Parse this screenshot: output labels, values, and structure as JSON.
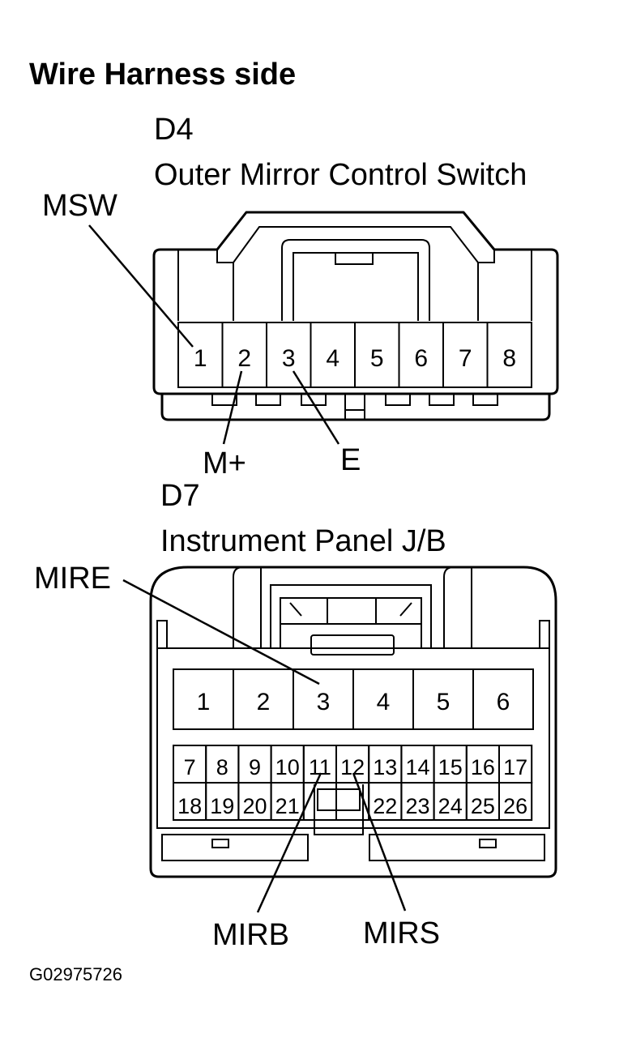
{
  "title": "Wire Harness side",
  "connector_d4": {
    "code": "D4",
    "name": "Outer Mirror Control Switch",
    "pins": [
      "1",
      "2",
      "3",
      "4",
      "5",
      "6",
      "7",
      "8"
    ],
    "callouts": {
      "msw": "MSW",
      "m_plus": "M+",
      "e": "E"
    }
  },
  "connector_d7": {
    "code": "D7",
    "name": "Instrument Panel J/B",
    "pins_large": [
      "1",
      "2",
      "3",
      "4",
      "5",
      "6"
    ],
    "pins_row1": [
      "7",
      "8",
      "9",
      "10",
      "11",
      "12",
      "13",
      "14",
      "15",
      "16",
      "17"
    ],
    "pins_row2": [
      "18",
      "19",
      "20",
      "21",
      "",
      "",
      "22",
      "23",
      "24",
      "25",
      "26"
    ],
    "callouts": {
      "mire": "MIRE",
      "mirb": "MIRB",
      "mirs": "MIRS"
    }
  },
  "figure_id": "G02975726"
}
